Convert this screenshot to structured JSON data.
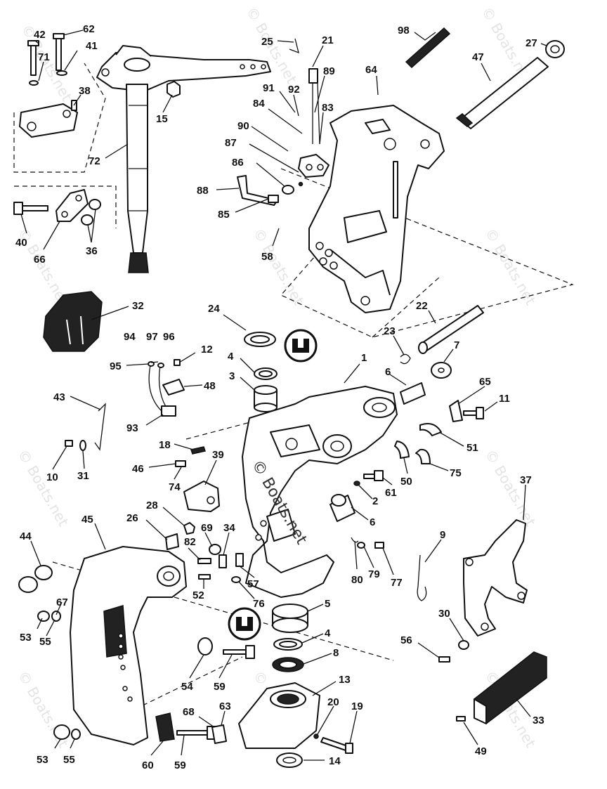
{
  "watermark": {
    "text": "© Boats.net",
    "center_text": "© Boats.net"
  },
  "callouts": {
    "c42": "42",
    "c62": "62",
    "c71": "71",
    "c41": "41",
    "c38": "38",
    "c15": "15",
    "c72": "72",
    "c40": "40",
    "c66": "66",
    "c36": "36",
    "c25": "25",
    "c21": "21",
    "c91": "91",
    "c92": "92",
    "c89": "89",
    "c84": "84",
    "c83": "83",
    "c90": "90",
    "c87": "87",
    "c86": "86",
    "c88": "88",
    "c85": "85",
    "c58": "58",
    "c98": "98",
    "c64": "64",
    "c47": "47",
    "c27": "27",
    "c32": "32",
    "c24": "24",
    "c22": "22",
    "c23": "23",
    "c7": "7",
    "c6a": "6",
    "c94": "94",
    "c97": "97",
    "c96": "96",
    "c12": "12",
    "c95": "95",
    "c4a": "4",
    "c3": "3",
    "c1": "1",
    "c48": "48",
    "c93": "93",
    "c65": "65",
    "c11": "11",
    "c43": "43",
    "c51": "51",
    "c10": "10",
    "c31": "31",
    "c18": "18",
    "c39": "39",
    "c46": "46",
    "c74": "74",
    "c50": "50",
    "c75": "75",
    "c61": "61",
    "c2": "2",
    "c6b": "6",
    "c37": "37",
    "c28": "28",
    "c26": "26",
    "c69": "69",
    "c34": "34",
    "c82": "82",
    "c44": "44",
    "c45": "45",
    "c9": "9",
    "c80": "80",
    "c79": "79",
    "c77": "77",
    "c67": "67",
    "c52": "52",
    "c57": "57",
    "c76": "76",
    "c5": "5",
    "c4b": "4",
    "c30": "30",
    "c53a": "53",
    "c55a": "55",
    "c8": "8",
    "c56": "56",
    "c54": "54",
    "c59a": "59",
    "c13": "13",
    "c33": "33",
    "c68": "68",
    "c63": "63",
    "c20": "20",
    "c19": "19",
    "c49": "49",
    "c53b": "53",
    "c55b": "55",
    "c60": "60",
    "c59b": "59",
    "c14": "14"
  }
}
